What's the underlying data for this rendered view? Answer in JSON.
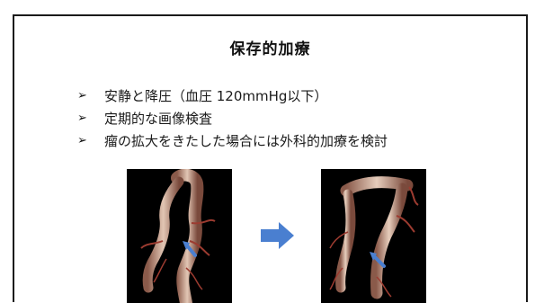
{
  "slide": {
    "title": "保存的加療",
    "bullets": [
      {
        "marker": "➢",
        "text": "安静と降圧（血圧 120mmHg以下）"
      },
      {
        "marker": "➢",
        "text": "定期的な画像検査"
      },
      {
        "marker": "➢",
        "text": "瘤の拡大をきたした場合には外科的加療を検討"
      }
    ]
  },
  "colors": {
    "arrow": "#4a7fd0",
    "vessel_pointer": "#4a7fd0",
    "scan_background": "#000000",
    "vessel": "#d8b8a4"
  },
  "images": {
    "left": "3d-ct-aorta-before",
    "right": "3d-ct-aorta-after",
    "arrow_icon": "right-arrow-icon"
  }
}
